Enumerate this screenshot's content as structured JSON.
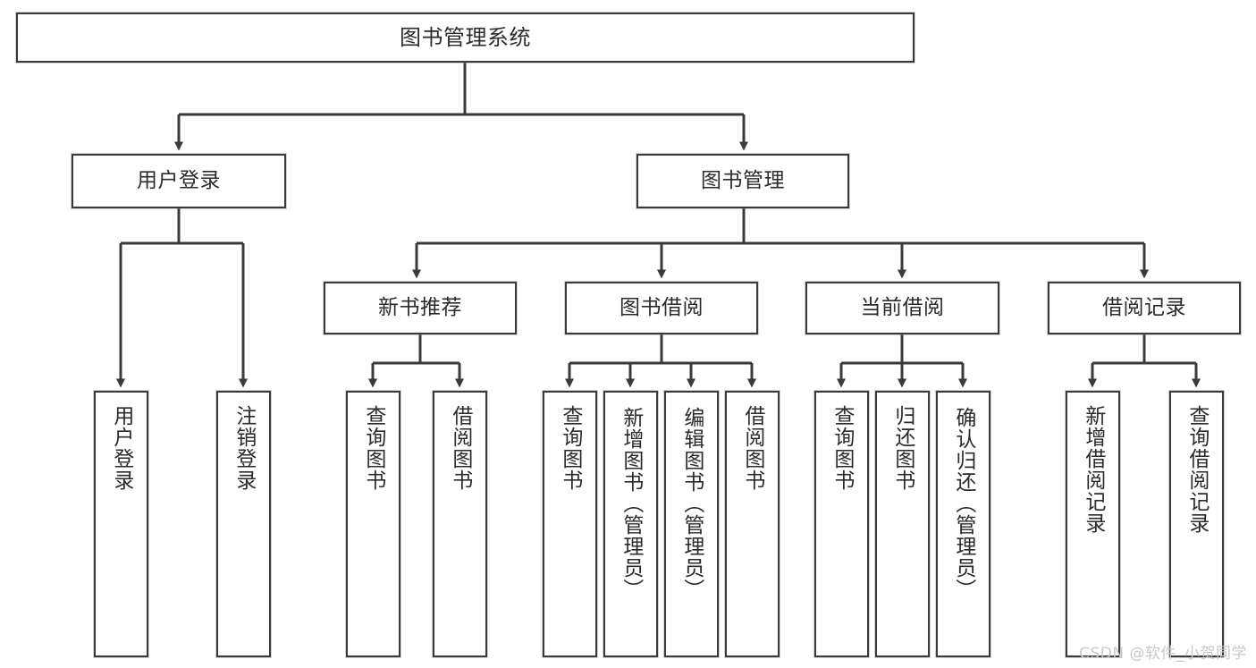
{
  "diagram": {
    "type": "tree-hierarchy-chart",
    "title": "图书管理系统",
    "watermark": "CSDN @软件_小贺同学",
    "colors": {
      "box_border": "#3a3a3a",
      "box_fill": "#ffffff",
      "connector": "#3a3a3a",
      "text": "#2b2b2b",
      "watermark": "#c9c9c9",
      "background": "#ffffff"
    },
    "root": {
      "label": "图书管理系统"
    },
    "level2": [
      {
        "id": "user-login",
        "label": "用户登录"
      },
      {
        "id": "book-management",
        "label": "图书管理"
      }
    ],
    "level3": [
      {
        "id": "new-book-recommend",
        "label": "新书推荐",
        "parent": "book-management"
      },
      {
        "id": "book-borrow",
        "label": "图书借阅",
        "parent": "book-management"
      },
      {
        "id": "current-borrow",
        "label": "当前借阅",
        "parent": "book-management"
      },
      {
        "id": "borrow-record",
        "label": "借阅记录",
        "parent": "book-management"
      }
    ],
    "leaves": [
      {
        "id": "leaf-user-login",
        "label": "用户登录",
        "parent": "user-login"
      },
      {
        "id": "leaf-logout-login",
        "label": "注销登录",
        "parent": "user-login"
      },
      {
        "id": "leaf-query-book-1",
        "label": "查询图书",
        "parent": "new-book-recommend"
      },
      {
        "id": "leaf-borrow-book-1",
        "label": "借阅图书",
        "parent": "new-book-recommend"
      },
      {
        "id": "leaf-query-book-2",
        "label": "查询图书",
        "parent": "book-borrow"
      },
      {
        "id": "leaf-add-book",
        "label": "新增图书（管理员）",
        "parent": "book-borrow"
      },
      {
        "id": "leaf-edit-book",
        "label": "编辑图书（管理员）",
        "parent": "book-borrow"
      },
      {
        "id": "leaf-borrow-book-2",
        "label": "借阅图书",
        "parent": "book-borrow"
      },
      {
        "id": "leaf-query-book-3",
        "label": "查询图书",
        "parent": "current-borrow"
      },
      {
        "id": "leaf-return-book",
        "label": "归还图书",
        "parent": "current-borrow"
      },
      {
        "id": "leaf-confirm-return",
        "label": "确认归还（管理员）",
        "parent": "current-borrow"
      },
      {
        "id": "leaf-add-borrow-record",
        "label": "新增借阅记录",
        "parent": "borrow-record"
      },
      {
        "id": "leaf-query-borrow-record",
        "label": "查询借阅记录",
        "parent": "borrow-record"
      }
    ]
  }
}
